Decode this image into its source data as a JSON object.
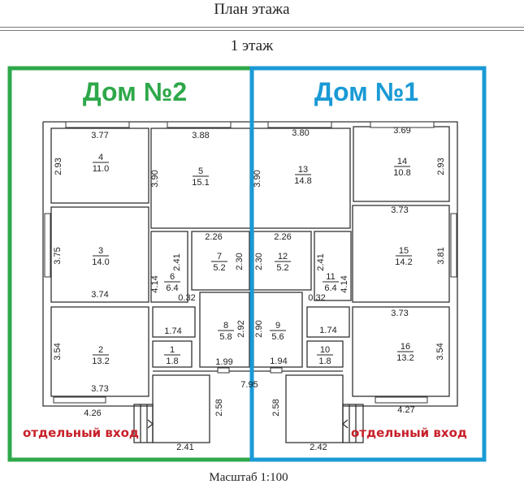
{
  "title": "План этажа",
  "floor_label": "1 этаж",
  "scale_label": "Масштаб 1:100",
  "houses": {
    "house2": {
      "label": "Дом №2",
      "color": "#2ea84a"
    },
    "house1": {
      "label": "Дом №1",
      "color": "#1a9ad6"
    }
  },
  "entrance_label_left": "отдельный вход",
  "entrance_label_right": "отдельный вход",
  "rooms": [
    {
      "num": "1",
      "area": "1.8"
    },
    {
      "num": "2",
      "area": "13.2"
    },
    {
      "num": "3",
      "area": "14.0"
    },
    {
      "num": "4",
      "area": "11.0"
    },
    {
      "num": "5",
      "area": "15.1"
    },
    {
      "num": "6",
      "area": "6.4"
    },
    {
      "num": "7",
      "area": "5.2"
    },
    {
      "num": "8",
      "area": "5.8"
    },
    {
      "num": "9",
      "area": "5.6"
    },
    {
      "num": "10",
      "area": "1.8"
    },
    {
      "num": "11",
      "area": "6.4"
    },
    {
      "num": "12",
      "area": "5.2"
    },
    {
      "num": "13",
      "area": "14.8"
    },
    {
      "num": "14",
      "area": "10.8"
    },
    {
      "num": "15",
      "area": "14.2"
    },
    {
      "num": "16",
      "area": "13.2"
    }
  ],
  "dimensions": [
    "3.77",
    "3.88",
    "3.80",
    "3.69",
    "2.93",
    "3.90",
    "3.90",
    "2.93",
    "3.75",
    "3.74",
    "2.26",
    "2.26",
    "2.41",
    "2.30",
    "2.30",
    "2.41",
    "4.14",
    "4.14",
    "0.32",
    "0.32",
    "3.73",
    "3.81",
    "3.73",
    "1.74",
    "1.74",
    "2.92",
    "2.90",
    "3.54",
    "3.54",
    "1.99",
    "1.94",
    "7.95",
    "3.73",
    "4.26",
    "4.27",
    "2.58",
    "2.58",
    "2.41",
    "2.42"
  ]
}
